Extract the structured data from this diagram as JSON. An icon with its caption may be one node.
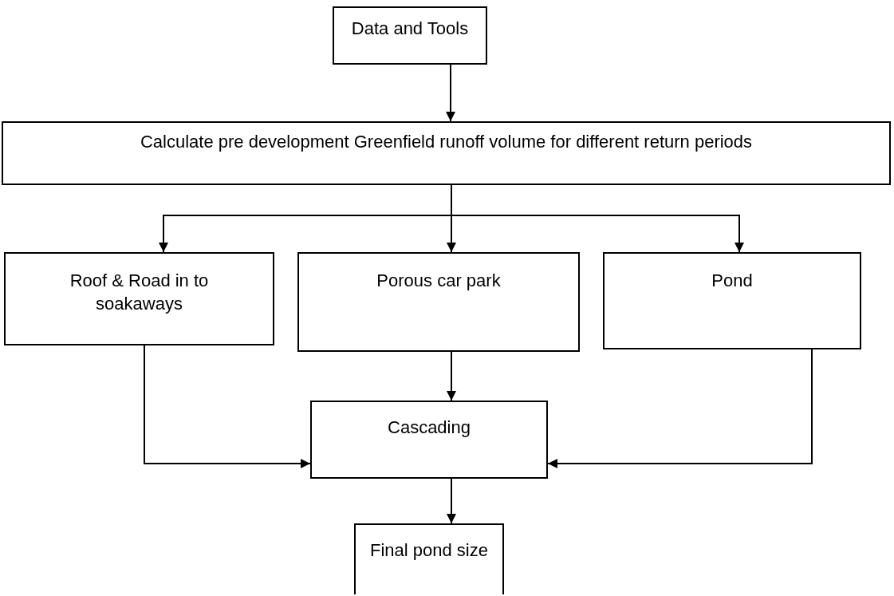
{
  "diagram": {
    "nodes": [
      {
        "text": [
          "Data and Tools"
        ]
      },
      {
        "text": [
          "Calculate pre development Greenfield runoff volume for different return periods"
        ]
      },
      {
        "text": [
          "Roof & Road in to soakaways"
        ]
      },
      {
        "text": [
          "Porous car park"
        ]
      },
      {
        "text": [
          "Pond"
        ]
      },
      {
        "text": [
          "Cascading"
        ]
      },
      {
        "text": [
          "Final pond size"
        ]
      }
    ],
    "edges": [
      {
        "from": 0,
        "to": 1,
        "arrow": "to"
      },
      {
        "from": 1,
        "to": 2,
        "arrow": "to"
      },
      {
        "from": 1,
        "to": 3,
        "arrow": "to"
      },
      {
        "from": 1,
        "to": 4,
        "arrow": "to"
      },
      {
        "from": 2,
        "to": 5,
        "arrow": "to"
      },
      {
        "from": 3,
        "to": 5,
        "arrow": "to"
      },
      {
        "from": 4,
        "to": 5,
        "arrow": "to"
      },
      {
        "from": 5,
        "to": 6,
        "arrow": "to"
      }
    ]
  }
}
